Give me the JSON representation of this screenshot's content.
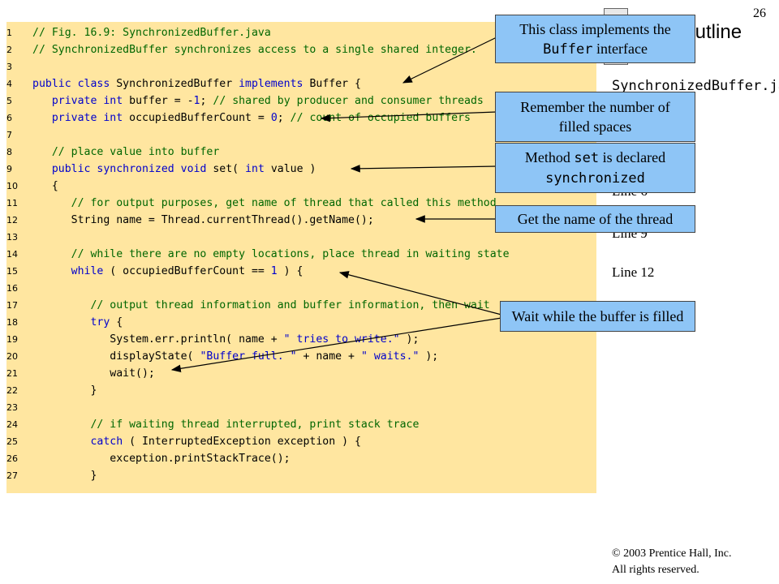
{
  "page_number": "26",
  "outline": {
    "title": "Outline",
    "file": "SynchronizedBuffer.java",
    "line_refs": [
      "Line 6",
      "Line 9",
      "Line 12"
    ],
    "nav_up_icon": "triangle-up-icon",
    "nav_down_icon": "triangle-down-icon"
  },
  "code_lines": [
    {
      "n": "1",
      "text": "// Fig. 16.9: SynchronizedBuffer.java"
    },
    {
      "n": "2",
      "text": "// SynchronizedBuffer synchronizes access to a single shared integer."
    },
    {
      "n": "3",
      "text": ""
    },
    {
      "n": "4",
      "text": "public class SynchronizedBuffer implements Buffer {"
    },
    {
      "n": "5",
      "text": "   private int buffer = -1; // shared by producer and consumer threads"
    },
    {
      "n": "6",
      "text": "   private int occupiedBufferCount = 0; // count of occupied buffers"
    },
    {
      "n": "7",
      "text": ""
    },
    {
      "n": "8",
      "text": "   // place value into buffer"
    },
    {
      "n": "9",
      "text": "   public synchronized void set( int value )"
    },
    {
      "n": "10",
      "text": "   {"
    },
    {
      "n": "11",
      "text": "      // for output purposes, get name of thread that called this method"
    },
    {
      "n": "12",
      "text": "      String name = Thread.currentThread().getName();"
    },
    {
      "n": "13",
      "text": ""
    },
    {
      "n": "14",
      "text": "      // while there are no empty locations, place thread in waiting state"
    },
    {
      "n": "15",
      "text": "      while ( occupiedBufferCount == 1 ) {"
    },
    {
      "n": "16",
      "text": ""
    },
    {
      "n": "17",
      "text": "         // output thread information and buffer information, then wait"
    },
    {
      "n": "18",
      "text": "         try {"
    },
    {
      "n": "19",
      "text": "            System.err.println( name + \" tries to write.\" );"
    },
    {
      "n": "20",
      "text": "            displayState( \"Buffer full. \" + name + \" waits.\" );"
    },
    {
      "n": "21",
      "text": "            wait();"
    },
    {
      "n": "22",
      "text": "         }"
    },
    {
      "n": "23",
      "text": ""
    },
    {
      "n": "24",
      "text": "         // if waiting thread interrupted, print stack trace"
    },
    {
      "n": "25",
      "text": "         catch ( InterruptedException exception ) {"
    },
    {
      "n": "26",
      "text": "            exception.printStackTrace();"
    },
    {
      "n": "27",
      "text": "         }"
    }
  ],
  "callouts": {
    "implements": {
      "pre": "This class implements the",
      "code": "Buffer",
      "post": " interface"
    },
    "remember": {
      "text": "Remember the number of filled spaces"
    },
    "method_set": {
      "pre": "Method ",
      "code": "set",
      "post": " is declared",
      "code2": "synchronized"
    },
    "thread_name": {
      "text": "Get the name of the thread"
    },
    "wait": {
      "text": "Wait while the buffer is filled"
    }
  },
  "copyright": {
    "line1": "© 2003 Prentice Hall, Inc.",
    "line2": "All rights reserved."
  },
  "colors": {
    "code_background": "#ffe6a0",
    "callout_background": "#8ec5f6",
    "comment": "#006600",
    "keyword": "#0000cc"
  }
}
